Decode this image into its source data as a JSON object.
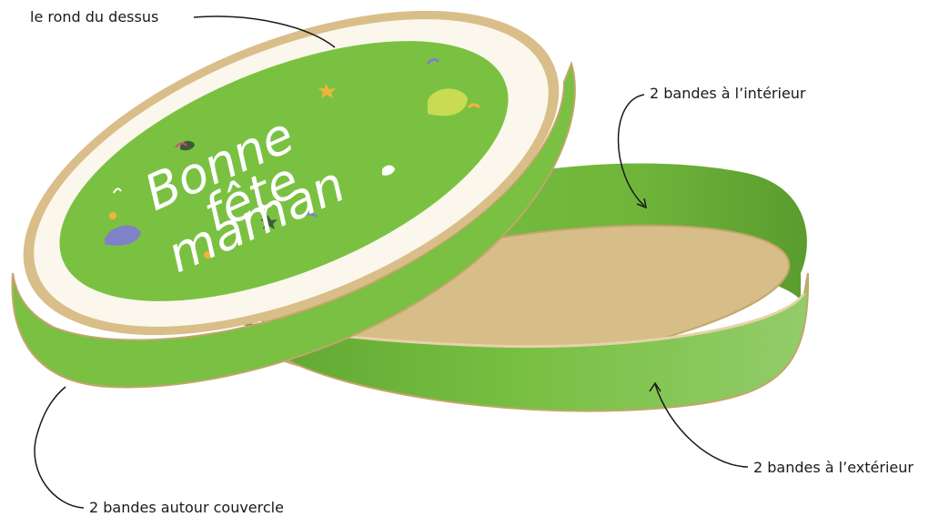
{
  "labels": {
    "top_disc": "le rond du dessus",
    "inner_bands": "2 bandes à l’intérieur",
    "outer_bands": "2 bandes à l’extérieur",
    "lid_bands": "2 bandes autour couvercle"
  },
  "lid_text": {
    "line1": "Bonne",
    "line2": "fête",
    "line3": "maman"
  },
  "colors": {
    "green": "#7ac142",
    "green_dark": "#5da333",
    "kraft": "#d8bc86",
    "kraft_edge": "#c4a56b",
    "cream": "#fbf6ea"
  }
}
